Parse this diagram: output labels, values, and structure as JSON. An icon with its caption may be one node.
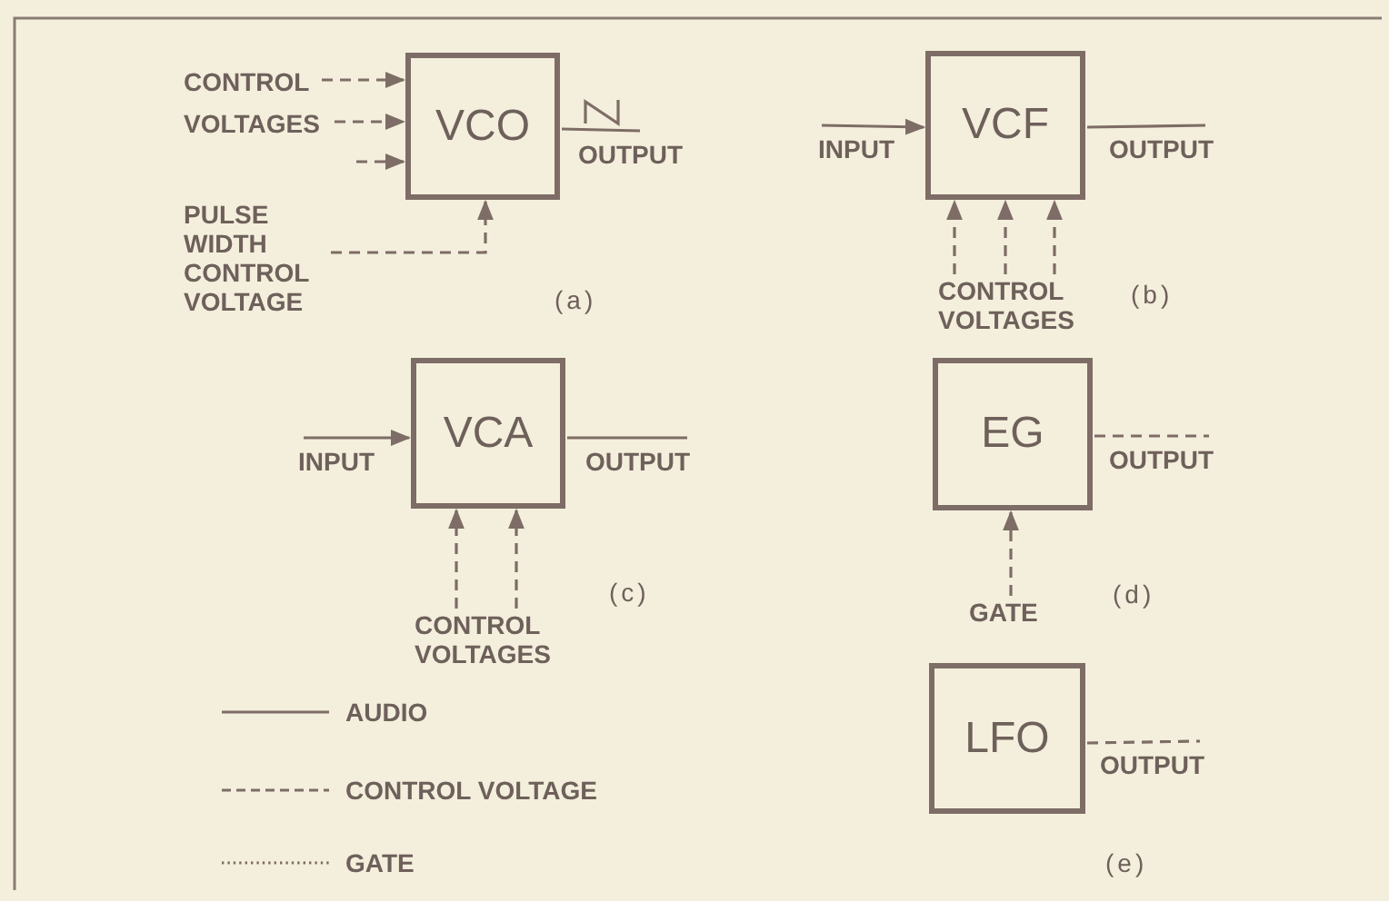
{
  "diagram": {
    "nodes": [
      {
        "text": [
          "VCO"
        ]
      },
      {
        "text": [
          "CONTROL"
        ]
      },
      {
        "text": [
          "VOLTAGES"
        ]
      },
      {
        "text": [
          "PULSE WIDTH CONTROL VOLTAGE"
        ]
      },
      {
        "text": [
          "OUTPUT"
        ]
      },
      {
        "text": [
          "INPUT"
        ]
      },
      {
        "text": [
          "VCF"
        ]
      },
      {
        "text": [
          "OUTPUT"
        ]
      },
      {
        "text": [
          "CONTROL VOLTAGES"
        ]
      },
      {
        "text": [
          "INPUT"
        ]
      },
      {
        "text": [
          "VCA"
        ]
      },
      {
        "text": [
          "OUTPUT"
        ]
      },
      {
        "text": [
          "CONTROL VOLTAGES"
        ]
      },
      {
        "text": [
          "EG"
        ]
      },
      {
        "text": [
          "OUTPUT"
        ]
      },
      {
        "text": [
          "GATE"
        ]
      },
      {
        "text": [
          "LFO"
        ]
      },
      {
        "text": [
          "OUTPUT"
        ]
      }
    ],
    "edges": [
      {
        "from": 1,
        "to": 0,
        "arrow": "to",
        "style": "dashed"
      },
      {
        "from": 2,
        "to": 0,
        "arrow": "to",
        "style": "dashed"
      },
      {
        "from": null,
        "to": 0,
        "arrow": "to",
        "style": "dashed"
      },
      {
        "from": 3,
        "to": 0,
        "arrow": "to",
        "style": "dashed"
      },
      {
        "from": 0,
        "to": 4,
        "arrow": "none"
      },
      {
        "from": 5,
        "to": 6,
        "arrow": "to"
      },
      {
        "from": 6,
        "to": 7,
        "arrow": "none"
      },
      {
        "from": 8,
        "to": 6,
        "arrow": "to",
        "style": "dashed"
      },
      {
        "from": 8,
        "to": 6,
        "arrow": "to",
        "style": "dashed"
      },
      {
        "from": 8,
        "to": 6,
        "arrow": "to",
        "style": "dashed"
      },
      {
        "from": 9,
        "to": 10,
        "arrow": "to"
      },
      {
        "from": 10,
        "to": 11,
        "arrow": "none"
      },
      {
        "from": 12,
        "to": 10,
        "arrow": "to",
        "style": "dashed"
      },
      {
        "from": 12,
        "to": 10,
        "arrow": "to",
        "style": "dashed"
      },
      {
        "from": 13,
        "to": 14,
        "arrow": "none",
        "style": "dashed"
      },
      {
        "from": 15,
        "to": 13,
        "arrow": "to",
        "style": "dashed"
      },
      {
        "from": 16,
        "to": 17,
        "arrow": "none",
        "style": "dashed"
      }
    ],
    "labels": [
      "(a)",
      "(b)",
      "(c)",
      "(d)",
      "(e)"
    ],
    "legend": [
      {
        "text": "AUDIO"
      },
      {
        "text": "CONTROL VOLTAGE"
      },
      {
        "text": "GATE"
      }
    ]
  }
}
